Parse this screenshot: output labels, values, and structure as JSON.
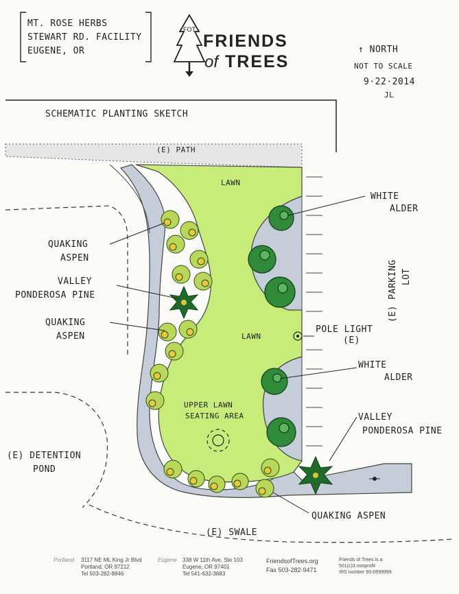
{
  "header": {
    "facility_line1": "MT. ROSE HERBS",
    "facility_line2": "STEWART RD. FACILITY",
    "facility_line3": "EUGENE, OR",
    "logo_mark": "FOT",
    "logo_line1": "FRIENDS",
    "logo_line2_of": "of",
    "logo_line2_trees": "TREES",
    "north_label": "↑ NORTH",
    "scale_note": "NOT TO SCALE",
    "date": "9·22·2014",
    "initials": "JL"
  },
  "sketch_title": "SCHEMATIC PLANTING SKETCH",
  "labels": {
    "path": "(E) PATH",
    "lawn_top": "LAWN",
    "lawn_mid": "LAWN",
    "upper_lawn_1": "UPPER LAWN",
    "upper_lawn_2": "SEATING AREA",
    "quaking_aspen_1a": "QUAKING",
    "quaking_aspen_1b": "ASPEN",
    "valley_ponderosa_1a": "VALLEY",
    "valley_ponderosa_1b": "PONDEROSA PINE",
    "quaking_aspen_2a": "QUAKING",
    "quaking_aspen_2b": "ASPEN",
    "white_alder_1a": "WHITE",
    "white_alder_1b": "ALDER",
    "parking_lot_a": "(E) PARKING",
    "parking_lot_b": "LOT",
    "pole_light_a": "POLE LIGHT",
    "pole_light_b": "(E)",
    "white_alder_2a": "WHITE",
    "white_alder_2b": "ALDER",
    "valley_ponderosa_2a": "VALLEY",
    "valley_ponderosa_2b": "PONDEROSA PINE",
    "detention_a": "(E) DETENTION",
    "detention_b": "POND",
    "quaking_aspen_3": "QUAKING ASPEN",
    "swale": "(E) SWALE"
  },
  "footer": {
    "portland_city": "Portland",
    "portland_addr1": "3117 NE ML King Jr Blvd",
    "portland_addr2": "Portland, OR 97212",
    "portland_tel": "Tel 503-282-8846",
    "eugene_city": "Eugene",
    "eugene_addr1": "338 W 11th Ave, Ste 103",
    "eugene_addr2": "Eugene, OR 97401",
    "eugene_tel": "Tel 541-632-3683",
    "web": "FriendsofTrees.org",
    "fax": "Fax 503-282-9471",
    "nonprofit1": "Friends of Trees is a",
    "nonprofit2": "501(c)3 nonprofit",
    "nonprofit3": "IRS number 93-0999999"
  },
  "colors": {
    "lawn": "#c8ec7a",
    "planting_bed": "#c4cdd8",
    "aspen": "#b9d85a",
    "aspen_accent": "#e6c93c",
    "alder": "#2f8a3a",
    "pine": "#1f6b2a",
    "path": "#e2e2e2"
  }
}
